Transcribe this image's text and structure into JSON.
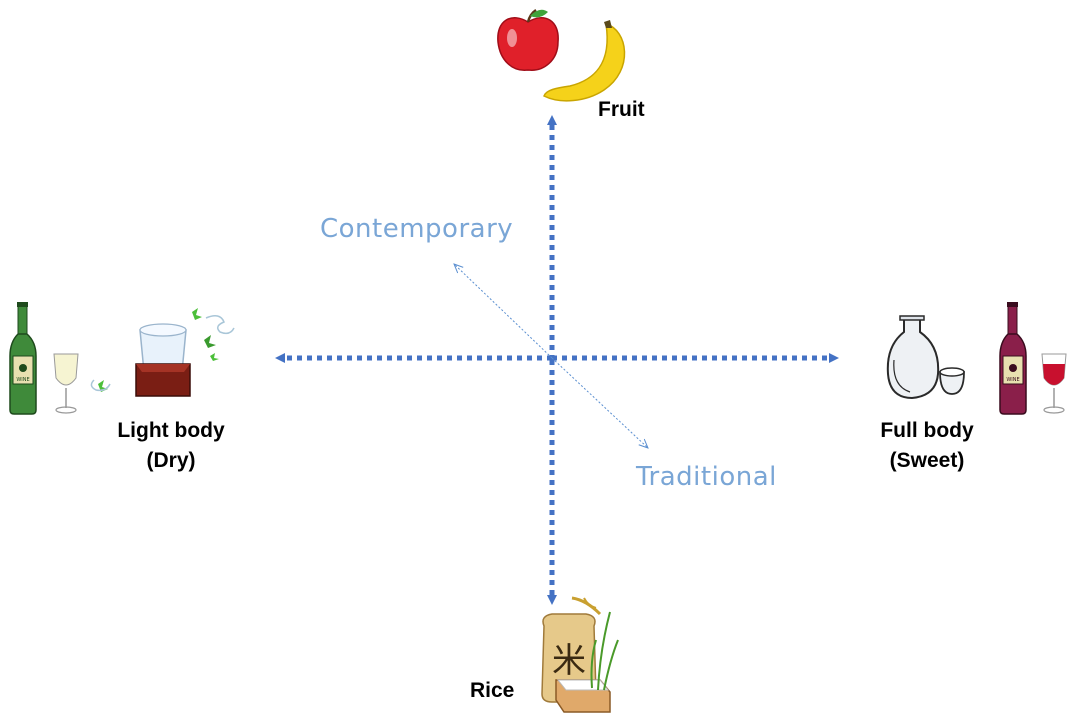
{
  "axes": {
    "top": "Fruit",
    "bottom": "Rice",
    "left_line1": "Light body",
    "left_line2": "(Dry)",
    "right_line1": "Full body",
    "right_line2": "(Sweet)"
  },
  "diagonal": {
    "upper_left": "Contemporary",
    "lower_right": "Traditional"
  },
  "icons": {
    "wine_label": "WINE",
    "rice_kanji": "米"
  },
  "colors": {
    "axis": "#4472c4",
    "diagonal_text": "#7aa6d6",
    "diagonal_line": "#5b8fd0",
    "white_wine_bottle": "#3f8a3a",
    "red_wine_bottle": "#8a1f4a",
    "apple": "#e0202a",
    "banana": "#f5d21a"
  }
}
